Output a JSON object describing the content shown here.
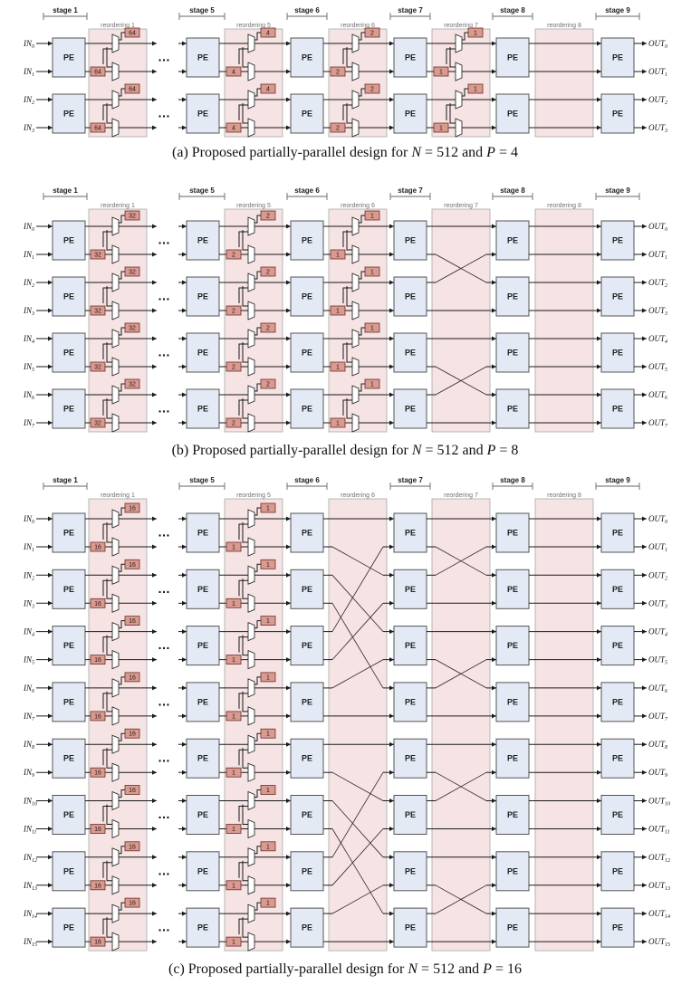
{
  "stage_labels": {
    "stage_1": "stage 1",
    "stage_5": "stage 5",
    "stage_6": "stage 6",
    "stage_7": "stage 7",
    "stage_8": "stage 8",
    "stage_9": "stage 9"
  },
  "pe_label": "PE",
  "ellipsis": "…",
  "input_prefix": "IN",
  "output_prefix": "OUT",
  "colors": {
    "pe_fill": "#e3eaf5",
    "reordering_band": "#f6e3e3",
    "buffer_fill": "#d99a90"
  },
  "diagrams": [
    {
      "id": "a",
      "P": 4,
      "caption": {
        "prefix": "(a) Proposed partially-parallel design for ",
        "n_var": "N",
        "n_value": " = 512 and ",
        "p_var": "P",
        "p_value": " = 4"
      },
      "reordering": [
        {
          "label": "reordering 1",
          "kind": "buffer",
          "value": "64"
        },
        {
          "label": "reordering 5",
          "kind": "buffer",
          "value": "4"
        },
        {
          "label": "reordering 6",
          "kind": "buffer",
          "value": "2"
        },
        {
          "label": "reordering 7",
          "kind": "buffer",
          "value": "1"
        },
        {
          "label": "reordering 8",
          "kind": "cross",
          "span": 2
        }
      ]
    },
    {
      "id": "b",
      "P": 8,
      "caption": {
        "prefix": "(b) Proposed partially-parallel design for ",
        "n_var": "N",
        "n_value": " = 512 and ",
        "p_var": "P",
        "p_value": " = 8"
      },
      "reordering": [
        {
          "label": "reordering 1",
          "kind": "buffer",
          "value": "32"
        },
        {
          "label": "reordering 5",
          "kind": "buffer",
          "value": "2"
        },
        {
          "label": "reordering 6",
          "kind": "buffer",
          "value": "1"
        },
        {
          "label": "reordering 7",
          "kind": "cross",
          "span": 4
        },
        {
          "label": "reordering 8",
          "kind": "cross",
          "span": 2
        }
      ]
    },
    {
      "id": "c",
      "P": 16,
      "caption": {
        "prefix": "(c) Proposed partially-parallel design for ",
        "n_var": "N",
        "n_value": " = 512 and ",
        "p_var": "P",
        "p_value": " = 16"
      },
      "reordering": [
        {
          "label": "reordering 1",
          "kind": "buffer",
          "value": "16"
        },
        {
          "label": "reordering 5",
          "kind": "buffer",
          "value": "1"
        },
        {
          "label": "reordering 6",
          "kind": "cross",
          "span": 8
        },
        {
          "label": "reordering 7",
          "kind": "cross",
          "span": 4
        },
        {
          "label": "reordering 8",
          "kind": "cross",
          "span": 2
        }
      ]
    }
  ]
}
